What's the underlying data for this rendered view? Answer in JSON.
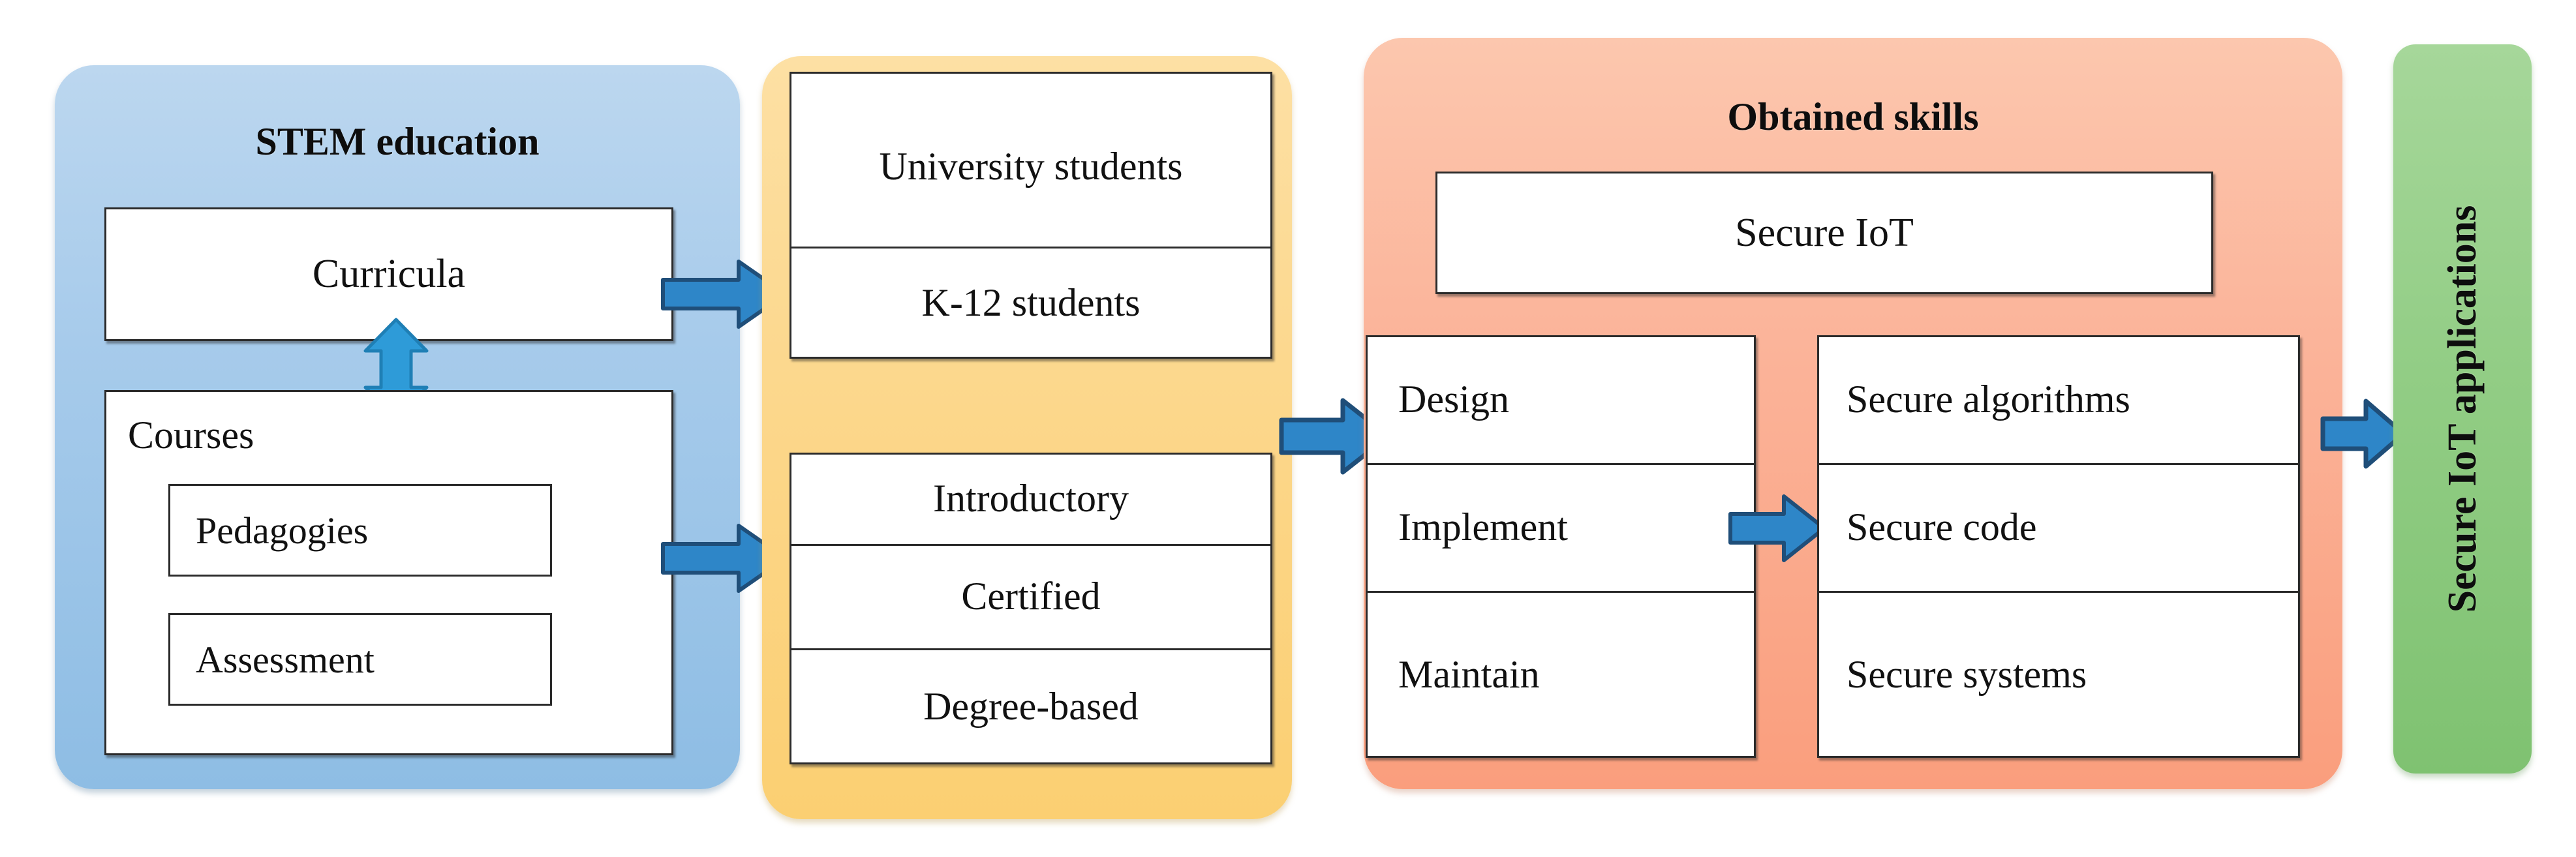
{
  "diagram": {
    "title": "STEM education to Secure IoT applications pipeline",
    "colors": {
      "blue_panel": "#a7cbeb",
      "yellow_panel": "#fcd88e",
      "orange_panel": "#fbb49a",
      "green_panel": "#92cd85",
      "arrow_fill": "#2e86c8",
      "arrow_stroke": "#1f4e79",
      "box_border": "#2b2b2b",
      "box_fill": "#ffffff",
      "text": "#111111"
    }
  },
  "stem_panel": {
    "title": "STEM education",
    "curricula": {
      "label": "Curricula"
    },
    "courses": {
      "label": "Courses",
      "items": [
        {
          "label": "Pedagogies"
        },
        {
          "label": "Assessment"
        }
      ]
    }
  },
  "audience_panel": {
    "learners": [
      {
        "label": "University students"
      },
      {
        "label": "K-12 students"
      }
    ],
    "course_types": [
      {
        "label": "Introductory"
      },
      {
        "label": "Certified"
      },
      {
        "label": "Degree-based"
      }
    ]
  },
  "skills_panel": {
    "title": "Obtained skills",
    "domain": {
      "label": "Secure IoT"
    },
    "activities": [
      {
        "label": "Design"
      },
      {
        "label": "Implement"
      },
      {
        "label": "Maintain"
      }
    ],
    "outcomes": [
      {
        "label": "Secure algorithms"
      },
      {
        "label": "Secure code"
      },
      {
        "label": "Secure systems"
      }
    ]
  },
  "outcome_panel": {
    "label": "Secure IoT applications"
  },
  "arrows": [
    {
      "name": "curricula-to-learners",
      "direction": "right"
    },
    {
      "name": "courses-to-course-types",
      "direction": "right"
    },
    {
      "name": "curricula-courses-link",
      "direction": "up-down"
    },
    {
      "name": "audience-to-skills",
      "direction": "right"
    },
    {
      "name": "activities-to-outcomes",
      "direction": "right"
    },
    {
      "name": "skills-to-applications",
      "direction": "right"
    }
  ]
}
